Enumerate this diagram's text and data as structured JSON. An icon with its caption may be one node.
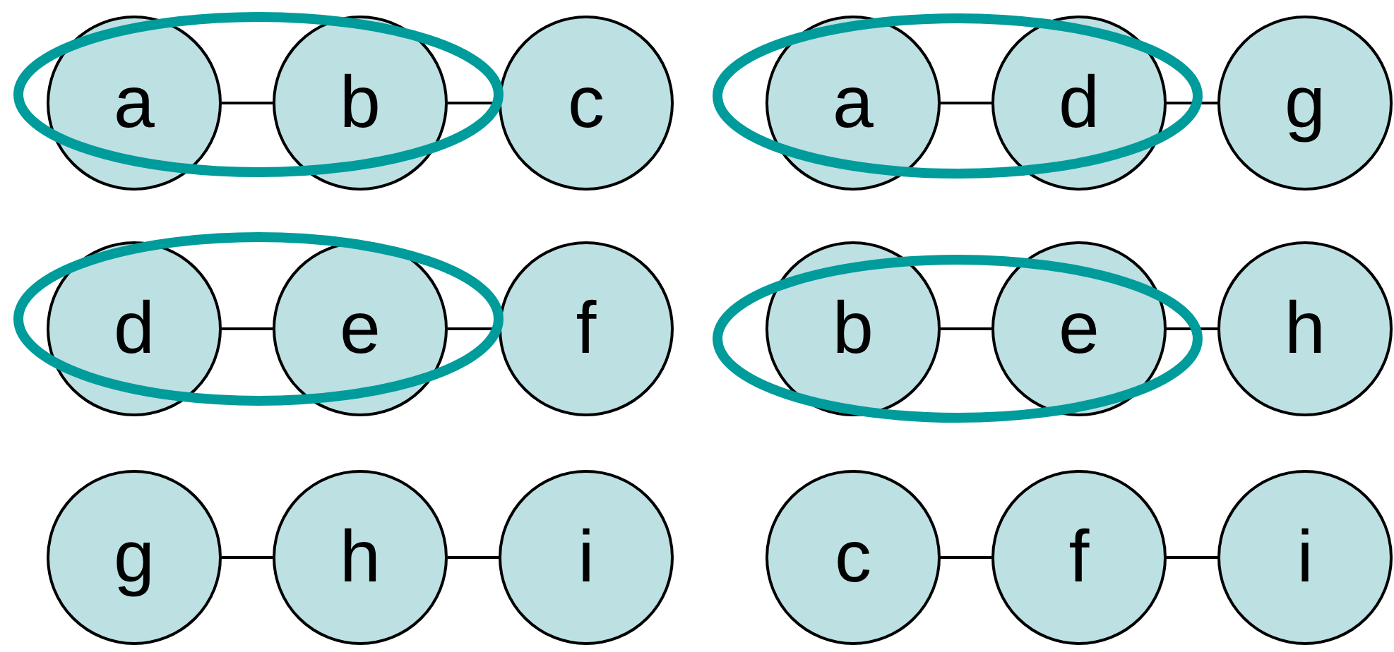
{
  "diagram": {
    "nodes": [
      {
        "text": [
          "a"
        ]
      },
      {
        "text": [
          "b"
        ]
      },
      {
        "text": [
          "c"
        ]
      },
      {
        "text": [
          "a"
        ]
      },
      {
        "text": [
          "d"
        ]
      },
      {
        "text": [
          "g"
        ]
      },
      {
        "text": [
          "d"
        ]
      },
      {
        "text": [
          "e"
        ]
      },
      {
        "text": [
          "f"
        ]
      },
      {
        "text": [
          "b"
        ]
      },
      {
        "text": [
          "e"
        ]
      },
      {
        "text": [
          "h"
        ]
      },
      {
        "text": [
          "g"
        ]
      },
      {
        "text": [
          "h"
        ]
      },
      {
        "text": [
          "i"
        ]
      },
      {
        "text": [
          "c"
        ]
      },
      {
        "text": [
          "f"
        ]
      },
      {
        "text": [
          "i"
        ]
      }
    ],
    "edges": [
      {
        "from": 0,
        "to": 1,
        "arrow": "none"
      },
      {
        "from": 1,
        "to": 2,
        "arrow": "none"
      },
      {
        "from": 3,
        "to": 4,
        "arrow": "none"
      },
      {
        "from": 4,
        "to": 5,
        "arrow": "none"
      },
      {
        "from": 6,
        "to": 7,
        "arrow": "none"
      },
      {
        "from": 7,
        "to": 8,
        "arrow": "none"
      },
      {
        "from": 9,
        "to": 10,
        "arrow": "none"
      },
      {
        "from": 10,
        "to": 11,
        "arrow": "none"
      },
      {
        "from": 12,
        "to": 13,
        "arrow": "none"
      },
      {
        "from": 13,
        "to": 14,
        "arrow": "none"
      },
      {
        "from": 15,
        "to": 16,
        "arrow": "none"
      },
      {
        "from": 16,
        "to": 17,
        "arrow": "none"
      }
    ]
  }
}
